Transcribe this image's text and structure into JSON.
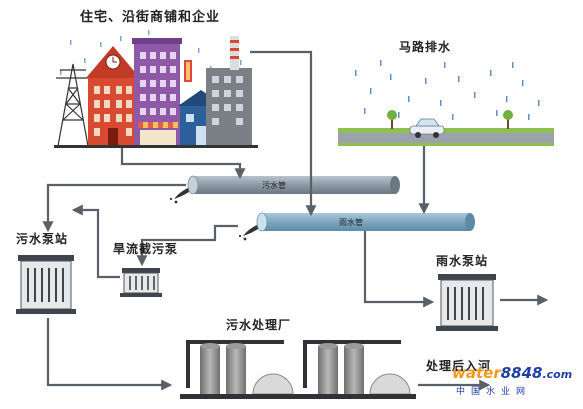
{
  "labels": {
    "buildings": "住宅、沿街商铺和企业",
    "road_drainage": "马路排水",
    "sewage_pipe": "污水管",
    "rain_pipe": "雨水管",
    "sewage_pump_station": "污水泵站",
    "dry_weather_interceptor": "旱流截污泵",
    "rain_pump_station": "雨水泵站",
    "treatment_plant": "污水处理厂",
    "discharge_to_river": "处理后入河"
  },
  "watermark": {
    "brand_a": "water",
    "brand_b": "8848",
    "brand_c": ".com",
    "site_name": "中国水业网"
  },
  "colors": {
    "arrow": "#5a6068",
    "pipe": "#8a97a4",
    "brick": "#d94a33",
    "purple": "#8e5aa8",
    "blue": "#2d5f9a",
    "road": "#8fc04d",
    "rain": "#5d8ec8",
    "watermark_orange": "#f39a1e",
    "watermark_blue": "#1e3ea8"
  }
}
